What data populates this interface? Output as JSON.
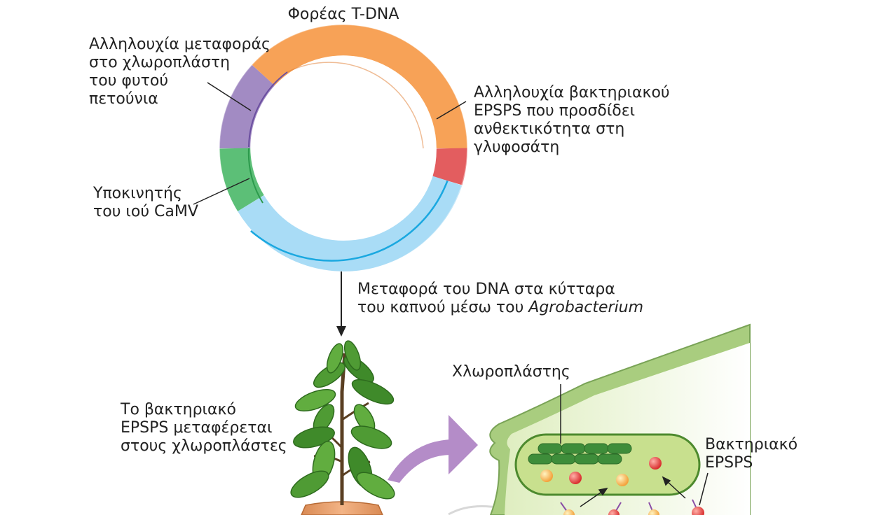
{
  "plasmid": {
    "title": "Φορέας T-DNA",
    "segments": [
      {
        "name": "chloroplast-transit-sequence",
        "color": "#a28bc3",
        "label_lines": [
          "Αλληλουχία μεταφοράς",
          "στο χλωροπλάστη",
          "του φυτού",
          "πετούνια"
        ]
      },
      {
        "name": "epsps-gene",
        "color": "#f7a257",
        "label_lines": [
          "Αλληλουχία βακτηριακού",
          "EPSPS που προσδίδει",
          "ανθεκτικότητα στη",
          "γλυφοσάτη"
        ]
      },
      {
        "name": "terminator",
        "color": "#e35d5f",
        "label_lines": []
      },
      {
        "name": "backbone",
        "color": "#a9dcf6",
        "label_lines": []
      },
      {
        "name": "camv-promoter",
        "color": "#5cbf77",
        "label_lines": [
          "Υποκινητής",
          "του ιού CaMV"
        ]
      }
    ]
  },
  "transfer": {
    "line1": "Μεταφορά του DNA στα κύτταρα",
    "line2_prefix": "του καπνού μέσω του ",
    "line2_italic": "Agrobacterium"
  },
  "plant_caption": {
    "line1": "Το βακτηριακό",
    "line2": "EPSPS μεταφέρεται",
    "line3": "στους χλωροπλάστες"
  },
  "cell": {
    "chloroplast_label": "Χλωροπλάστης",
    "protein_label_line1": "Βακτηριακό",
    "protein_label_line2": "EPSPS"
  },
  "colors": {
    "cell_wall": "#a9cd7f",
    "chloroplast": "#c8e08e",
    "thylakoid": "#3e8d3a",
    "arrow": "#b48cc8"
  }
}
